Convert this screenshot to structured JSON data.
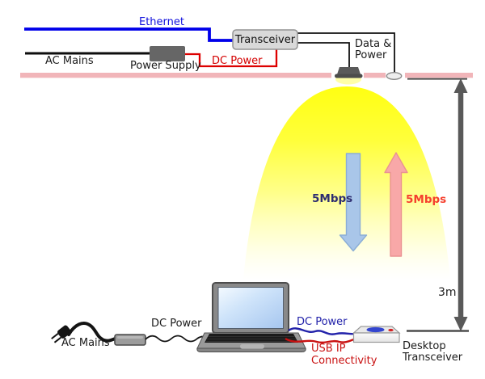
{
  "top_network": {
    "ethernet_label": "Ethernet",
    "ac_mains_label": "AC Mains",
    "power_supply_label": "Power Supply",
    "dc_power_label": "DC Power",
    "transceiver_label": "Transceiver",
    "data_power_label_line1": "Data &",
    "data_power_label_line2": "Power"
  },
  "light_link": {
    "downlink_rate": "5Mbps",
    "uplink_rate": "5Mbps"
  },
  "measurement": {
    "distance": "3m"
  },
  "bottom_desk": {
    "ac_mains_label": "AC Mains",
    "dc_power_label": "DC Power",
    "usb_dc_power_label": "DC Power",
    "usb_label_line1": "USB IP",
    "usb_label_line2": "Connectivity",
    "device_label_line1": "Desktop",
    "device_label_line2": "Transceiver"
  },
  "colors": {
    "ethernet_blue": "#0000ea",
    "power_red": "#dd0000",
    "ceiling_pink": "#f1b5b9",
    "cone_yellow": "#ffff12",
    "downlink_arrow_fill": "#a9c6e9",
    "uplink_arrow_fill": "#f8a8a8",
    "downlink_text": "#2d2d70",
    "uplink_text": "#f5402e",
    "measure_gray": "#595959",
    "usb_wire_blue": "#2222aa",
    "usb_wire_red": "#c91111"
  },
  "icons": {
    "lamp": "ceiling-lamp-icon",
    "detector": "photodetector-icon",
    "plug": "ac-plug-icon",
    "adapter": "power-adapter-icon",
    "laptop": "laptop-icon",
    "desktop_transceiver": "desktop-transceiver-icon"
  }
}
